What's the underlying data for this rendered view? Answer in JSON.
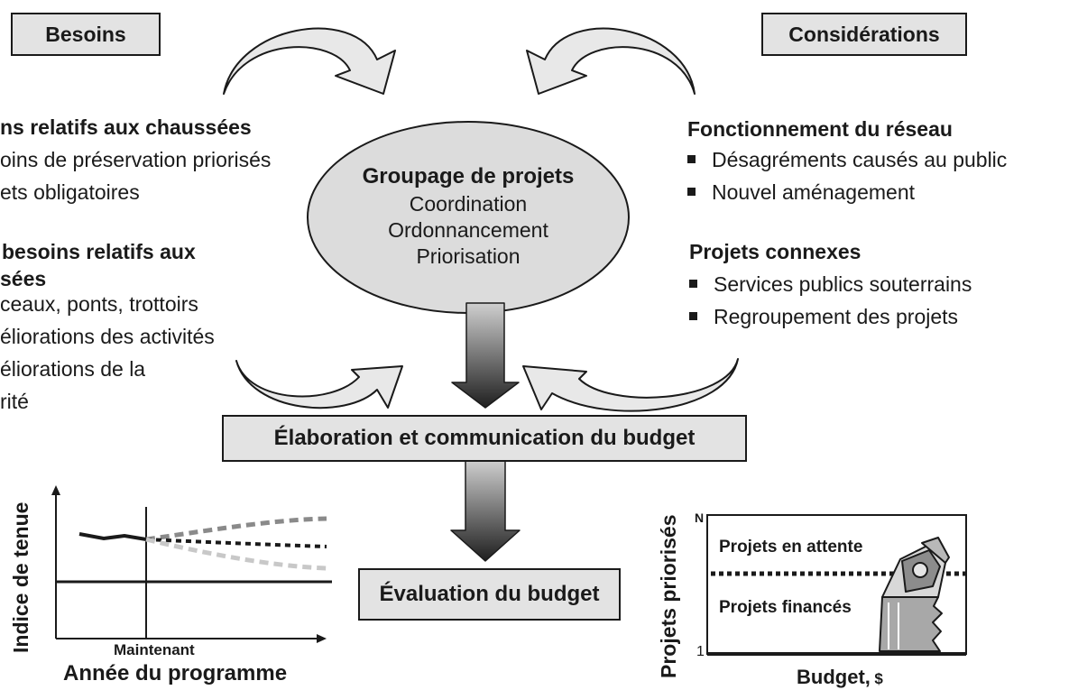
{
  "header": {
    "needs": "Besoins",
    "considerations": "Considérations"
  },
  "left": {
    "pavement_title": "ns relatifs aux chaussées",
    "pavement_items": [
      "oins de préservation priorisés",
      "ets obligatoires"
    ],
    "other_title_1": "besoins relatifs aux",
    "other_title_2": "sées",
    "other_items": [
      "ceaux, ponts, trottoirs",
      "éliorations des activités",
      "éliorations de la",
      "rité"
    ]
  },
  "center": {
    "title": "Groupage de projets",
    "lines": [
      "Coordination",
      "Ordonnancement",
      "Priorisation"
    ],
    "budget_dev": "Élaboration et communication du budget",
    "budget_eval": "Évaluation du budget"
  },
  "right": {
    "network_title": "Fonctionnement du réseau",
    "network_items": [
      "Désagréments causés au public",
      "Nouvel aménagement"
    ],
    "related_title": "Projets connexes",
    "related_items": [
      "Services publics souterrains",
      "Regroupement des projets"
    ]
  },
  "left_chart": {
    "ylabel": "Indice de tenue",
    "tick_label": "Maintenant",
    "xlabel": "Année du programme"
  },
  "right_chart": {
    "ylabel": "Projets priorisés",
    "ytick_top": "N",
    "ytick_bottom": "1",
    "waiting": "Projets en attente",
    "funded": "Projets financés",
    "xlabel_main": "Budget,",
    "xlabel_unit": "$"
  },
  "colors": {
    "box_fill": "#e3e3e3",
    "ellipse_fill": "#dcdcdc",
    "arrow_light": "#e8e8e8",
    "arrow_dark": "#2a2a2a",
    "stroke": "#1a1a1a",
    "trend_up": "#8a8a8a",
    "trend_down": "#c8c8c8"
  }
}
